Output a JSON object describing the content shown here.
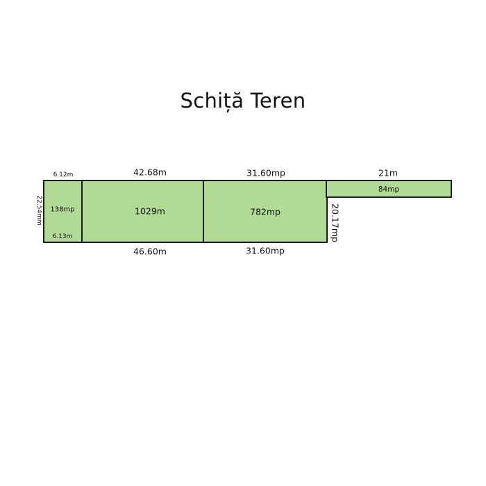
{
  "title": "Schiță Teren",
  "colors": {
    "fill": "#b1da96",
    "stroke": "#1a1a1a"
  },
  "plots": {
    "left": {
      "area": "138mp",
      "top": "6.12m",
      "bottom": "6.13m",
      "side": "22.54mm"
    },
    "middle": {
      "area": "1029m",
      "top": "42.68m",
      "bottom": "46.60m"
    },
    "right": {
      "area": "782mp",
      "top": "31.60mp",
      "bottom": "31.60mp",
      "side": "20.17mp"
    },
    "strip": {
      "area": "84mp",
      "top": "21m"
    }
  }
}
